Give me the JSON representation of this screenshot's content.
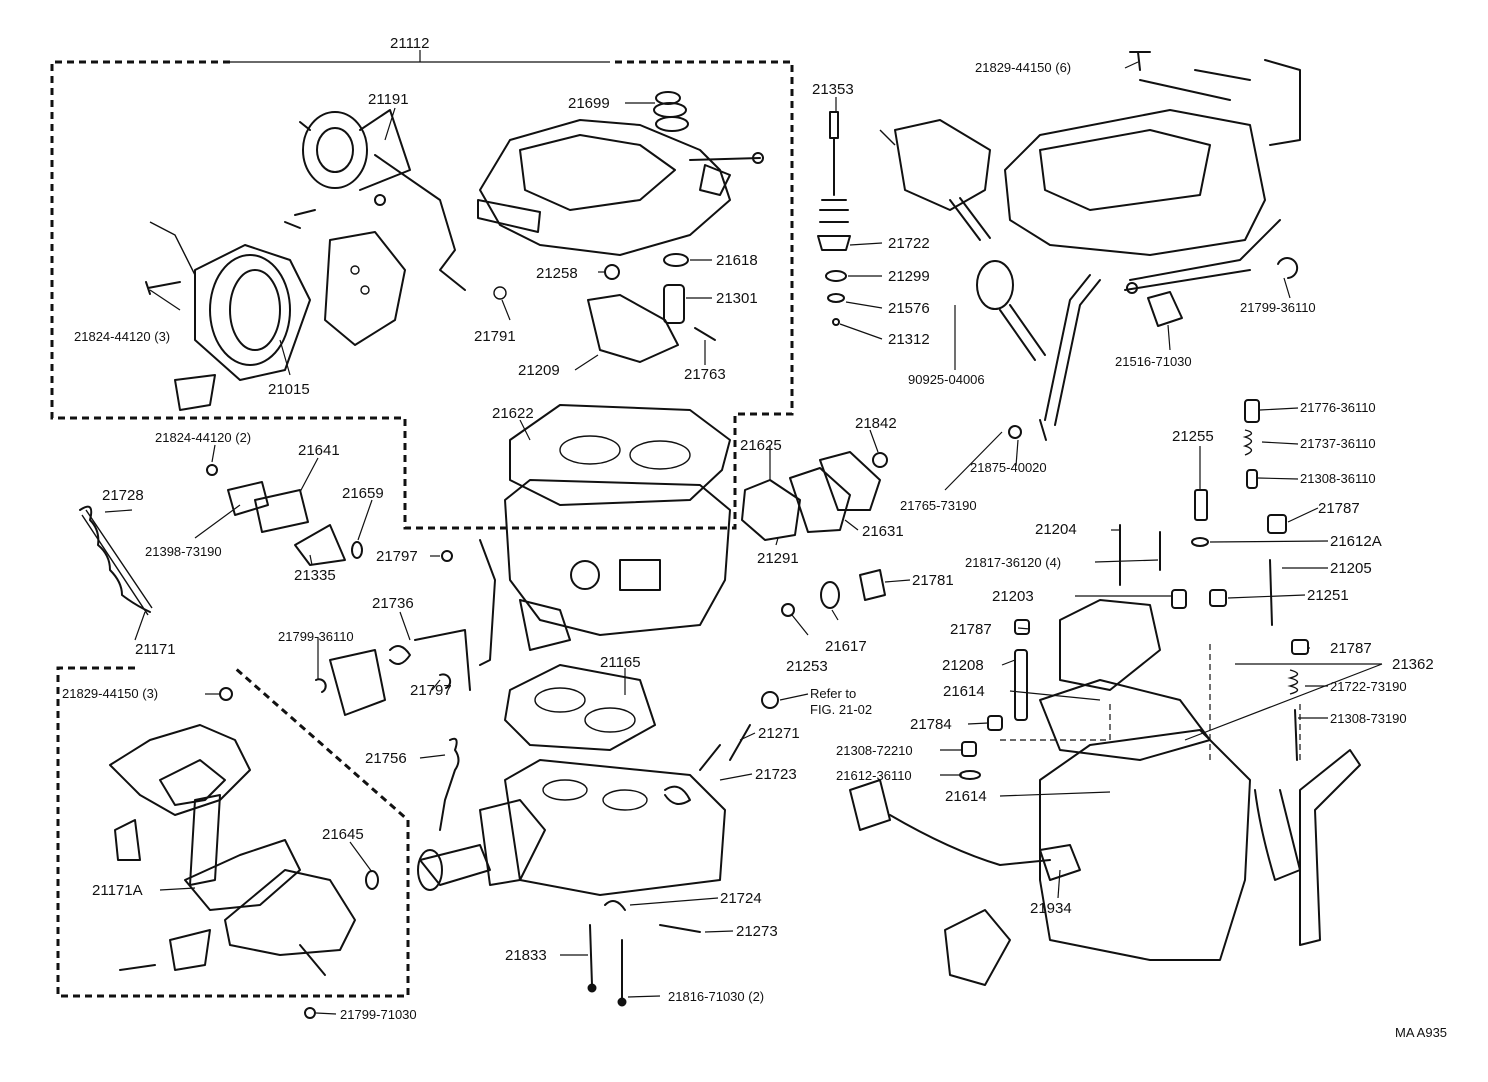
{
  "figure_code": "MA A935",
  "reference_note": {
    "line1": "Refer to",
    "line2": "FIG. 21-02"
  },
  "parts": {
    "p21112": "21112",
    "p21191": "21191",
    "p21699": "21699",
    "p21353": "21353",
    "p21829_44150_6": "21829-44150 (6)",
    "p21722": "21722",
    "p21618": "21618",
    "p21258": "21258",
    "p21299": "21299",
    "p21301": "21301",
    "p21576": "21576",
    "p21312": "21312",
    "p21824_44120_3": "21824-44120 (3)",
    "p21791": "21791",
    "p21015": "21015",
    "p21209": "21209",
    "p21763": "21763",
    "p90925_04006": "90925-04006",
    "p21799_36110_a": "21799-36110",
    "p21516_71030": "21516-71030",
    "p21622": "21622",
    "p21842": "21842",
    "p21776_36110": "21776-36110",
    "p21737_36110": "21737-36110",
    "p21308_36110": "21308-36110",
    "p21824_44120_2": "21824-44120 (2)",
    "p21641": "21641",
    "p21625": "21625",
    "p21255": "21255",
    "p21875_40020": "21875-40020",
    "p21765_73190": "21765-73190",
    "p21728": "21728",
    "p21659": "21659",
    "p21787_a": "21787",
    "p21398_73190": "21398-73190",
    "p21631": "21631",
    "p21204": "21204",
    "p21612a": "21612A",
    "p21291": "21291",
    "p21797_a": "21797",
    "p21817_36120_4": "21817-36120 (4)",
    "p21205": "21205",
    "p21335": "21335",
    "p21781": "21781",
    "p21203": "21203",
    "p21251": "21251",
    "p21736": "21736",
    "p21799_36110_b": "21799-36110",
    "p21787_b": "21787",
    "p21617": "21617",
    "p21253": "21253",
    "p21171": "21171",
    "p21165": "21165",
    "p21208": "21208",
    "p21787_c": "21787",
    "p21362": "21362",
    "p21829_44150_3": "21829-44150 (3)",
    "p21614_a": "21614",
    "p21722_73190": "21722-73190",
    "p21797_b": "21797",
    "p21784": "21784",
    "p21308_73190": "21308-73190",
    "p21271": "21271",
    "p21308_72210": "21308-72210",
    "p21756": "21756",
    "p21723": "21723",
    "p21612_36110": "21612-36110",
    "p21614_b": "21614",
    "p21645": "21645",
    "p21171a": "21171A",
    "p21934": "21934",
    "p21724": "21724",
    "p21273": "21273",
    "p21833": "21833",
    "p21816_71030_2": "21816-71030 (2)",
    "p21799_71030": "21799-71030"
  }
}
